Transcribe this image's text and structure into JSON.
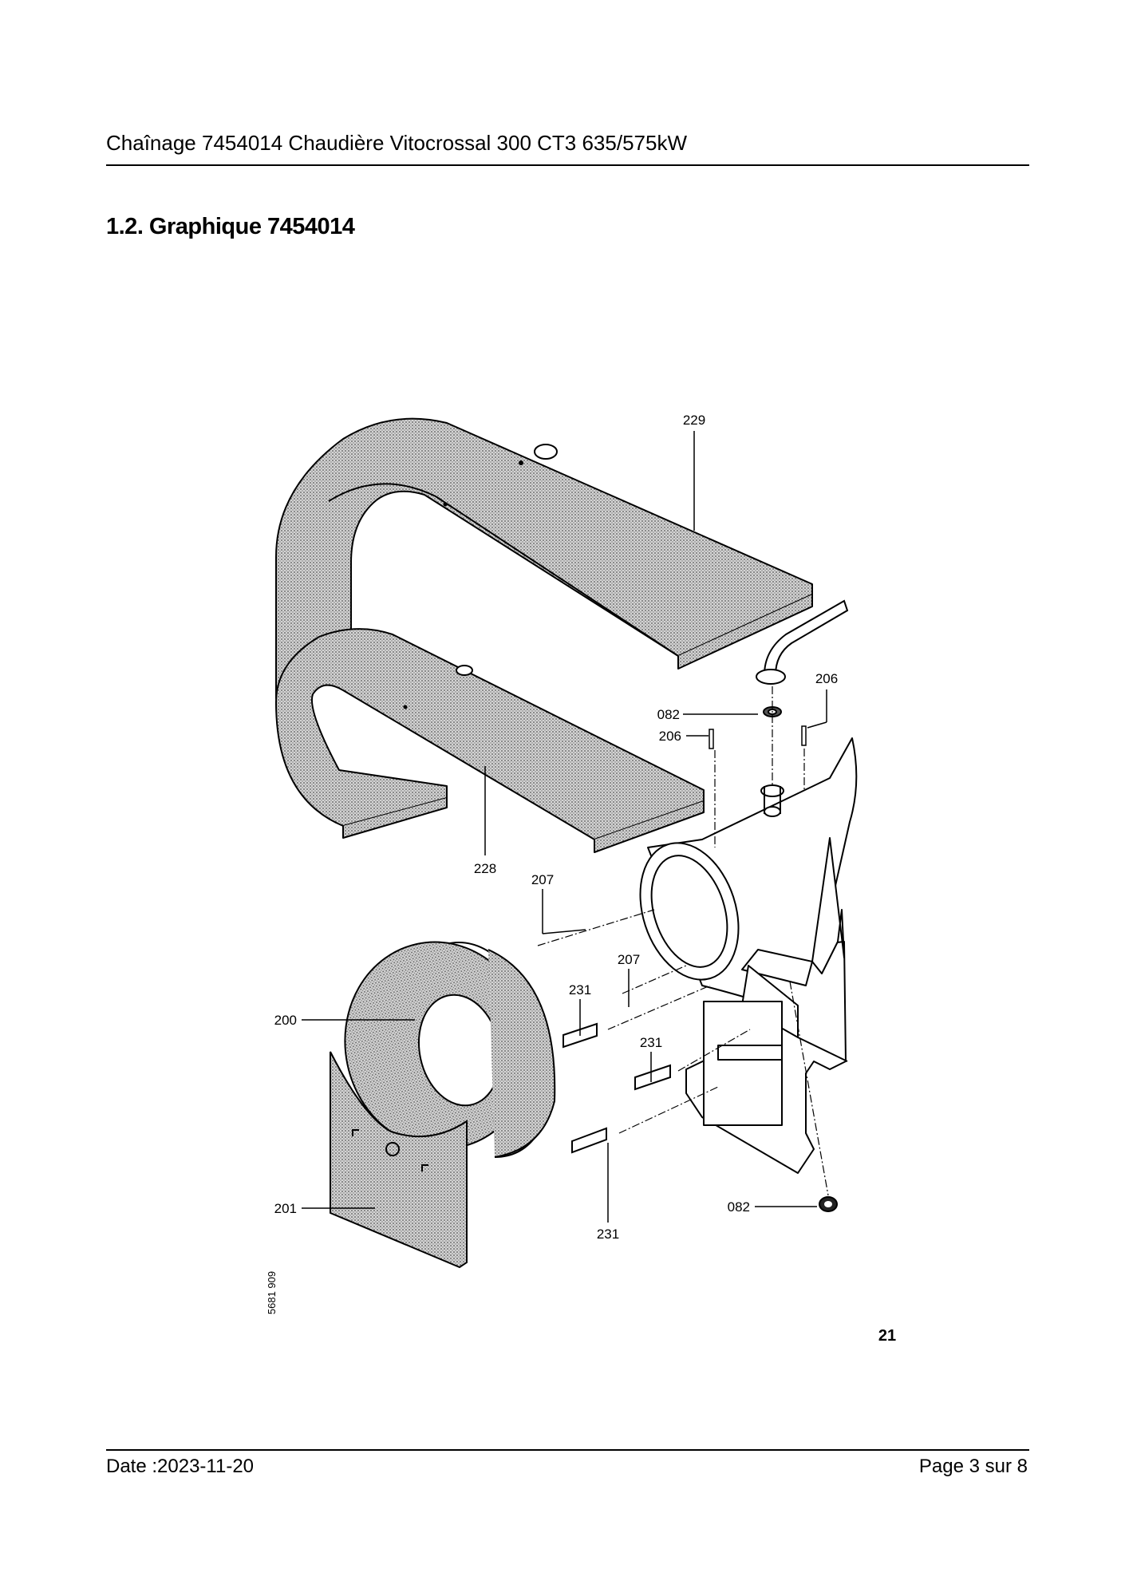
{
  "header": {
    "title": "Chaînage 7454014 Chaudière Vitocrossal 300 CT3 635/575kW"
  },
  "section": {
    "title": "1.2. Graphique 7454014"
  },
  "figure": {
    "callouts": [
      "229",
      "206",
      "082",
      "206",
      "228",
      "207",
      "207",
      "231",
      "231",
      "231",
      "200",
      "201",
      "082"
    ],
    "drawing_code": "5681 909",
    "figure_number": "21"
  },
  "footer": {
    "date": "Date :2023-11-20",
    "page": "Page 3 sur  8"
  }
}
